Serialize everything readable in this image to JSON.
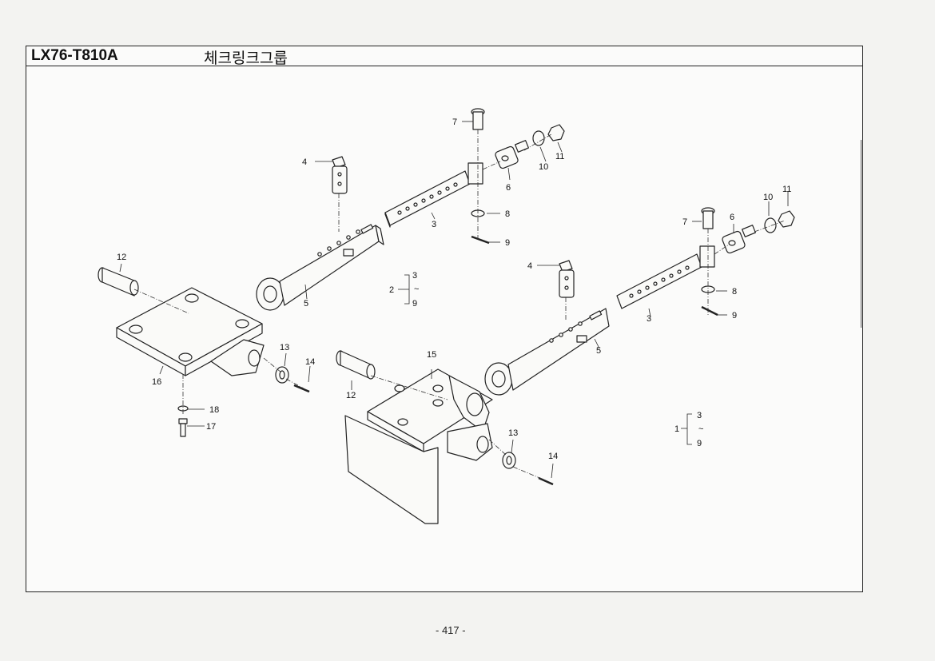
{
  "header": {
    "model_code": "LX76-T810A",
    "group_title": "체크링크그룹"
  },
  "callouts": {
    "c1": "1",
    "c2": "2",
    "c3a": "3",
    "c3b": "3",
    "c3c": "3",
    "c3d": "3",
    "c4a": "4",
    "c4b": "4",
    "c5a": "5",
    "c5b": "5",
    "c6a": "6",
    "c6b": "6",
    "c7a": "7",
    "c7b": "7",
    "c8a": "8",
    "c8b": "8",
    "c9a": "9",
    "c9b": "9",
    "c9c": "9",
    "c9d": "9",
    "c10a": "10",
    "c10b": "10",
    "c11a": "11",
    "c11b": "11",
    "c12a": "12",
    "c12b": "12",
    "c13a": "13",
    "c13b": "13",
    "c14a": "14",
    "c14b": "14",
    "c15": "15",
    "c16": "16",
    "c17": "17",
    "c18": "18",
    "tilde": "~"
  },
  "footer": {
    "page_number": "- 417 -"
  }
}
